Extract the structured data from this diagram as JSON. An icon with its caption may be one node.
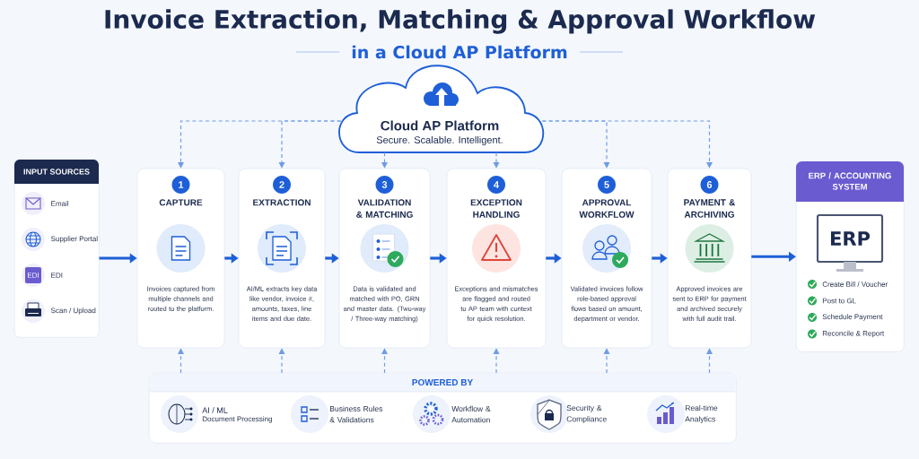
{
  "diagram": {
    "title": "Invoice Extraction, Matching & Approval Workflow",
    "nodes": [
      {
        "text": [
          "Cloud AP Platform",
          "Secure. Scalable. Intelligent."
        ]
      },
      {
        "text": [
          "INPUT SOURCES"
        ]
      },
      {
        "text": [
          "Email"
        ],
        "in": 1
      },
      {
        "text": [
          "Supplier Portal"
        ],
        "in": 1
      },
      {
        "text": [
          "EDI"
        ],
        "in": 1
      },
      {
        "text": [
          "Scan / Upload"
        ],
        "in": 1
      },
      {
        "text": [
          "1",
          "CAPTURE",
          "Invoices captured from multiple channels and routed to the platform."
        ]
      },
      {
        "text": [
          "2",
          "EXTRACTION",
          "AI/ML extracts key data like vendor, invoice #, amounts, taxes, line items and due date."
        ]
      },
      {
        "text": [
          "3",
          "VALIDATION & MATCHING",
          "Data is validated and matched with PO, GRN and master data. (Two-way / Three-way matching)"
        ]
      },
      {
        "text": [
          "4",
          "EXCEPTION HANDLING",
          "Exceptions and mismatches are flagged and routed to AP team with context for quick resolution."
        ]
      },
      {
        "text": [
          "5",
          "APPROVAL WORKFLOW",
          "Validated invoices follow role-based approval flows based on amount, department or vendor."
        ]
      },
      {
        "text": [
          "6",
          "PAYMENT & ARCHIVING",
          "Approved invoices are sent to ERP for payment and archived securely with full audit trail."
        ]
      },
      {
        "text": [
          "ERP / ACCOUNTING SYSTEM",
          "ERP",
          "Create Bill / Voucher",
          "Post to GL",
          "Schedule Payment",
          "Reconcile & Report"
        ]
      },
      {
        "text": [
          "POWERED BY"
        ]
      },
      {
        "text": [
          "AI / ML",
          "Document Processing"
        ],
        "in": 13
      },
      {
        "text": [
          "Business Rules & Validations"
        ],
        "in": 13
      },
      {
        "text": [
          "Workflow & Automation"
        ],
        "in": 13
      },
      {
        "text": [
          "Security & Compliance"
        ],
        "in": 13
      },
      {
        "text": [
          "Real-time Analytics"
        ],
        "in": 13
      }
    ],
    "edges": [
      {
        "from": 1,
        "to": 6,
        "arrow": "to",
        "style": "thick",
        "color": "#1e5fd8"
      },
      {
        "from": 6,
        "to": 7,
        "arrow": "to",
        "style": "thick",
        "color": "#1e5fd8"
      },
      {
        "from": 7,
        "to": 8,
        "arrow": "to",
        "style": "thick",
        "color": "#1e5fd8"
      },
      {
        "from": 8,
        "to": 9,
        "arrow": "to",
        "style": "thick",
        "color": "#1e5fd8"
      },
      {
        "from": 9,
        "to": 10,
        "arrow": "to",
        "style": "thick",
        "color": "#1e5fd8"
      },
      {
        "from": 10,
        "to": 11,
        "arrow": "to",
        "style": "thick",
        "color": "#1e5fd8"
      },
      {
        "from": 11,
        "to": 12,
        "arrow": "to",
        "style": "thick",
        "color": "#1e5fd8"
      },
      {
        "from": 0,
        "to": 6,
        "arrow": "to",
        "style": "dashed"
      },
      {
        "from": 0,
        "to": 7,
        "arrow": "to",
        "style": "dashed"
      },
      {
        "from": 0,
        "to": 8,
        "arrow": "to",
        "style": "dashed"
      },
      {
        "from": 0,
        "to": 9,
        "arrow": "to",
        "style": "dashed"
      },
      {
        "from": 0,
        "to": 10,
        "arrow": "to",
        "style": "dashed"
      },
      {
        "from": 0,
        "to": 11,
        "arrow": "to",
        "style": "dashed"
      },
      {
        "from": 13,
        "to": 6,
        "arrow": "to",
        "style": "dashed"
      },
      {
        "from": 13,
        "to": 7,
        "arrow": "to",
        "style": "dashed"
      },
      {
        "from": 13,
        "to": 8,
        "arrow": "to",
        "style": "dashed"
      },
      {
        "from": 13,
        "to": 9,
        "arrow": "to",
        "style": "dashed"
      },
      {
        "from": 13,
        "to": 10,
        "arrow": "to",
        "style": "dashed"
      },
      {
        "from": 13,
        "to": 11,
        "arrow": "to",
        "style": "dashed"
      }
    ],
    "labels": [
      "in a Cloud AP Platform",
      "EDI"
    ]
  }
}
